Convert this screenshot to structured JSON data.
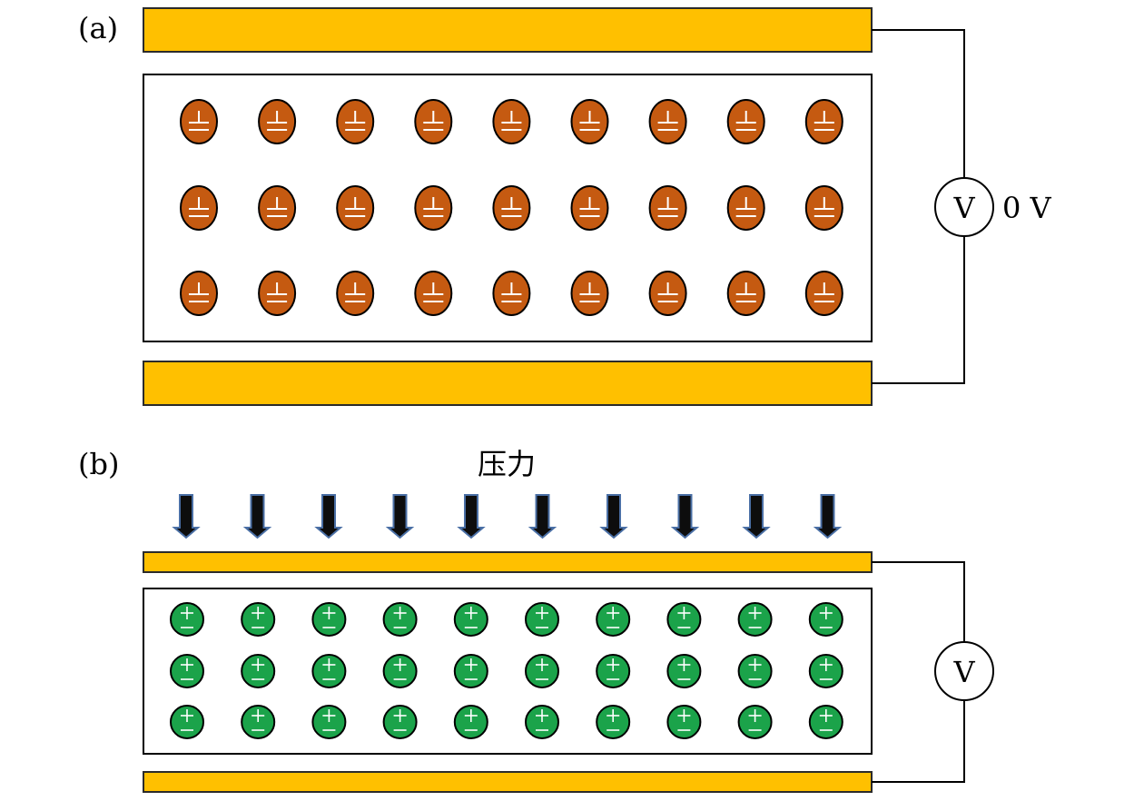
{
  "colors": {
    "electrode_fill": "#FFC000",
    "electrode_stroke": "#2b2b2b",
    "neutral_particle_fill": "#C55A11",
    "polarized_particle_fill": "#1BA34A",
    "arrow_fill": "#0d0d0d",
    "arrow_stroke": "#4A6FA5",
    "wire": "#000000"
  },
  "panel_a": {
    "label": "(a)",
    "voltmeter_symbol": "V",
    "voltage_reading": "0 V",
    "particle_rows": 3,
    "particle_columns": 9,
    "particle_symbol": "neutral-plus-minus-overlapped"
  },
  "panel_b": {
    "label": "(b)",
    "force_label": "压力",
    "arrow_count": 10,
    "voltmeter_symbol": "V",
    "particle_rows": 3,
    "particle_columns": 10,
    "particle_symbol": "polarized-plus-top-minus-bottom",
    "arrow_icon": "down-arrow-icon"
  }
}
